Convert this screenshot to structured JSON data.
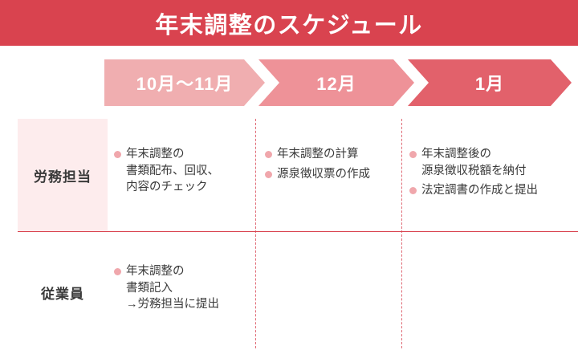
{
  "title": "年末調整のスケジュール",
  "colors": {
    "header_bg": "#d9434f",
    "arrow_1": "#f0aeb0",
    "arrow_2": "#ee9298",
    "arrow_3": "#e2616b",
    "label_bg": "#fdeced",
    "bullet": "#f0a7ac",
    "divider": "#d9434f",
    "text": "#3a3a3a"
  },
  "periods": [
    {
      "label": "10月〜11月"
    },
    {
      "label": "12月"
    },
    {
      "label": "1月"
    }
  ],
  "rows": [
    {
      "label": "労務担当",
      "cells": [
        [
          "年末調整の\n書類配布、回収、\n内容のチェック"
        ],
        [
          "年末調整の計算",
          "源泉徴収票の作成"
        ],
        [
          "年末調整後の\n源泉徴収税額を納付",
          "法定調書の作成と提出"
        ]
      ]
    },
    {
      "label": "従業員",
      "cells": [
        [
          "年末調整の\n書類記入\n→労務担当に提出"
        ],
        [],
        []
      ]
    }
  ]
}
